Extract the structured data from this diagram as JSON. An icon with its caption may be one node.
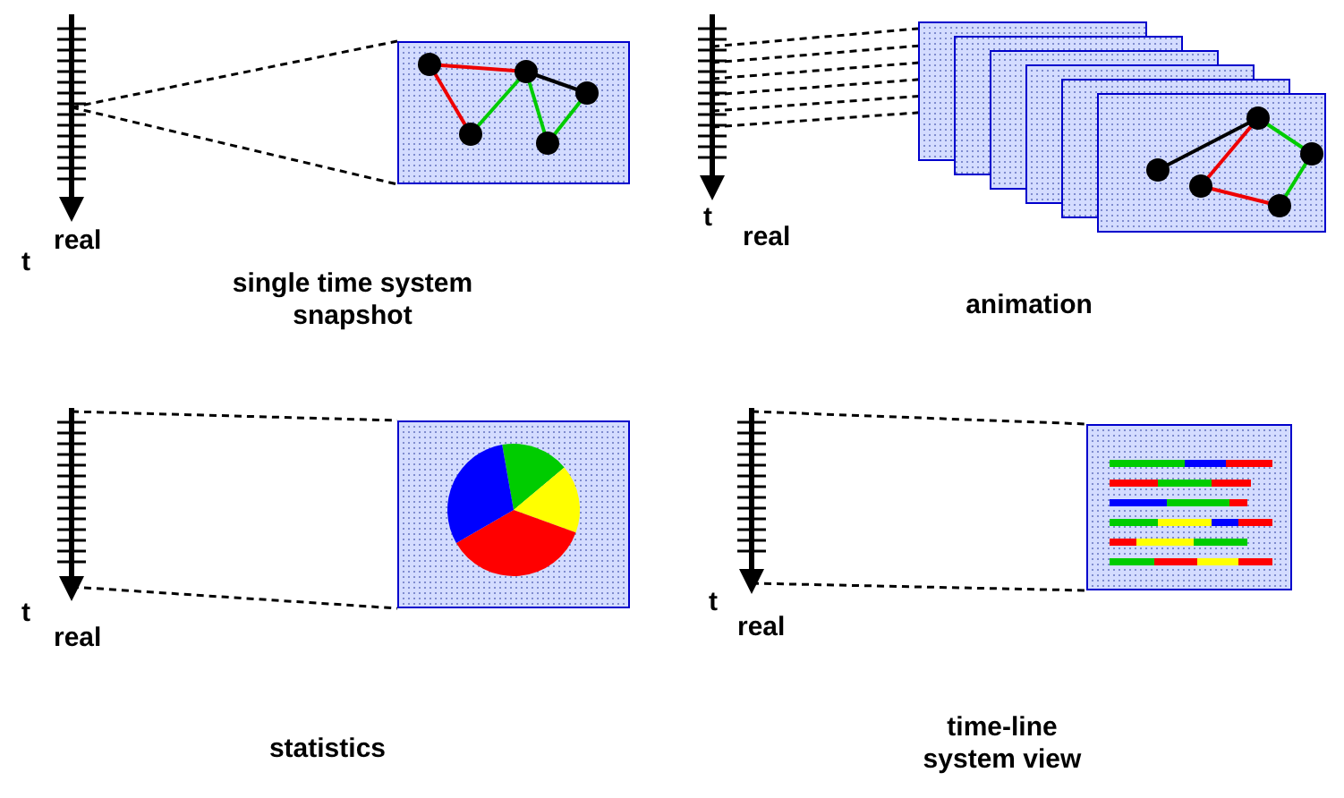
{
  "diagram": {
    "nodes": [
      {
        "text": [],
        "shape": "picture",
        "beside": [
          "t",
          "real"
        ]
      },
      {
        "text": [],
        "shape": "picture"
      },
      {
        "text": [],
        "shape": "picture",
        "beside": [
          "t",
          "real"
        ]
      },
      {
        "text": [],
        "shape": "picture"
      },
      {
        "text": [],
        "shape": "picture",
        "beside": [
          "t",
          "real"
        ]
      },
      {
        "text": [],
        "shape": "picture"
      },
      {
        "text": [],
        "shape": "picture",
        "beside": [
          "t",
          "real"
        ]
      },
      {
        "text": [],
        "shape": "picture"
      }
    ],
    "edges": [
      {
        "from": 0,
        "to": 1,
        "arrow": "none",
        "style": "dashed"
      },
      {
        "from": 0,
        "to": 1,
        "arrow": "none",
        "style": "dashed"
      },
      {
        "from": 2,
        "to": 3,
        "arrow": "none",
        "style": "dashed"
      },
      {
        "from": 2,
        "to": 3,
        "arrow": "none",
        "style": "dashed"
      },
      {
        "from": 2,
        "to": 3,
        "arrow": "none",
        "style": "dashed"
      },
      {
        "from": 2,
        "to": 3,
        "arrow": "none",
        "style": "dashed"
      },
      {
        "from": 2,
        "to": 3,
        "arrow": "none",
        "style": "dashed"
      },
      {
        "from": 2,
        "to": 3,
        "arrow": "none",
        "style": "dashed"
      },
      {
        "from": 4,
        "to": 5,
        "arrow": "none",
        "style": "dashed"
      },
      {
        "from": 4,
        "to": 5,
        "arrow": "none",
        "style": "dashed"
      },
      {
        "from": 6,
        "to": 7,
        "arrow": "none",
        "style": "dashed"
      },
      {
        "from": 6,
        "to": 7,
        "arrow": "none",
        "style": "dashed"
      }
    ],
    "labels": [
      "single time system snapshot",
      "animation",
      "statistics",
      "time-line system view"
    ]
  }
}
